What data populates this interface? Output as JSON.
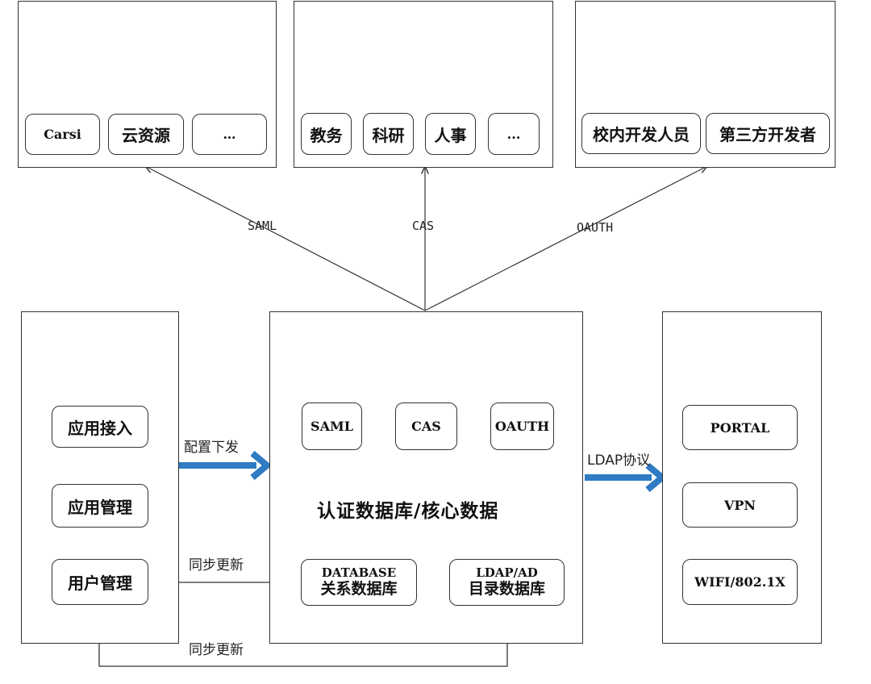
{
  "top_panels": {
    "left": {
      "items": [
        "Carsi",
        "云资源",
        "…"
      ]
    },
    "middle": {
      "items": [
        "教务",
        "科研",
        "人事",
        "..."
      ]
    },
    "right": {
      "items": [
        "校内开发人员",
        "第三方开发者"
      ]
    }
  },
  "protocols": {
    "saml": "SAML",
    "cas": "CAS",
    "oauth": "OAUTH"
  },
  "center": {
    "protocols": [
      "SAML",
      "CAS",
      "OAUTH"
    ],
    "core_label": "认证数据库/核心数据",
    "db": {
      "line1": "DATABASE",
      "line2": "关系数据库"
    },
    "ldap": {
      "line1": "LDAP/AD",
      "line2": "目录数据库"
    }
  },
  "left_panel": {
    "items": [
      "应用接入",
      "应用管理",
      "用户管理"
    ]
  },
  "right_panel": {
    "items": [
      "PORTAL",
      "VPN",
      "WIFI/802.1X"
    ]
  },
  "arrows": {
    "config": "配置下发",
    "sync_db": "同步更新",
    "sync_ldap": "同步更新",
    "ldap_protocol": "LDAP协议"
  },
  "colors": {
    "arrow_blue": "#2f7bc4",
    "line": "#333333"
  }
}
